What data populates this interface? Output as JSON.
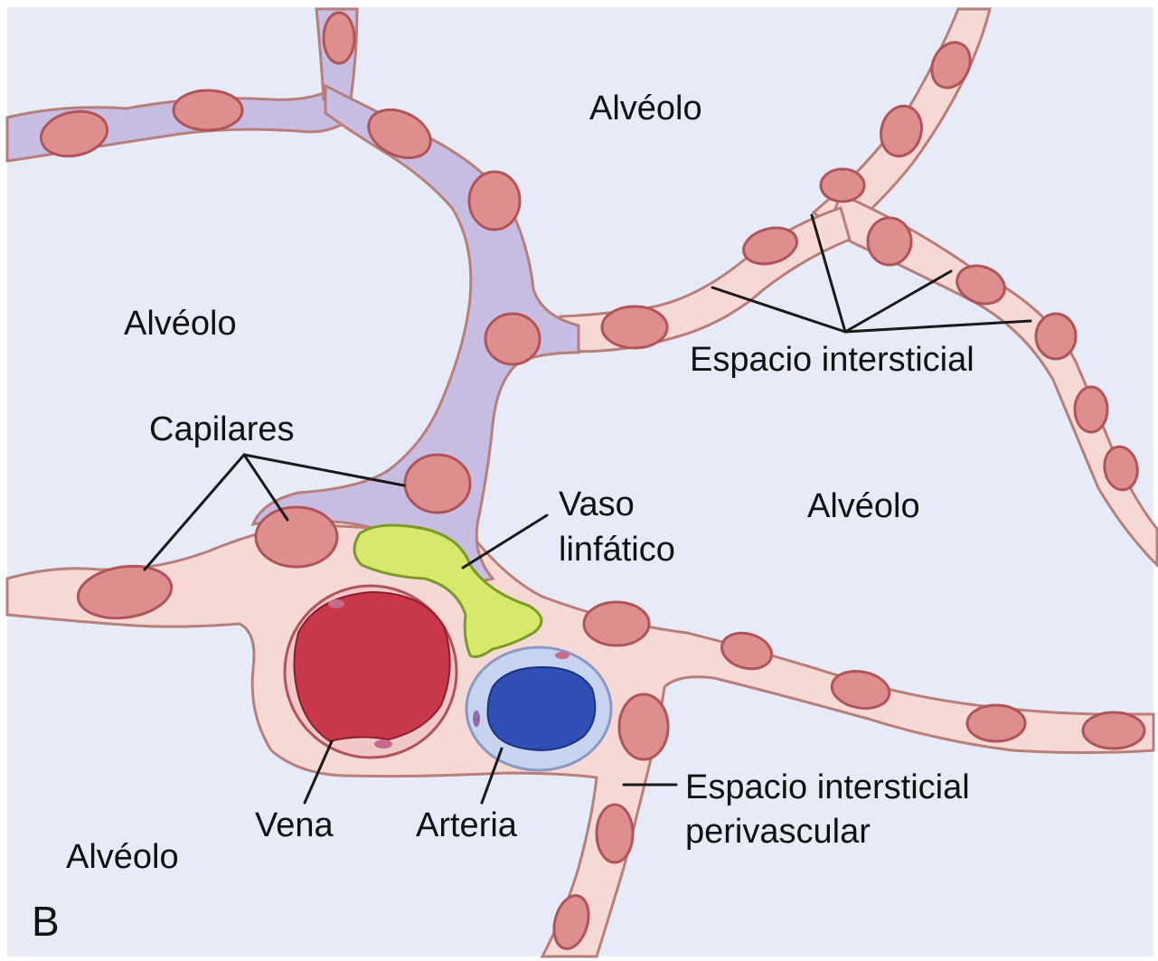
{
  "figure": {
    "panel_letter": "B",
    "labels": {
      "alveolo_top": "Alvéolo",
      "alveolo_left": "Alvéolo",
      "alveolo_right": "Alvéolo",
      "alveolo_bottom": "Alvéolo",
      "capilares": "Capilares",
      "espacio_intersticial": "Espacio intersticial",
      "vaso_line1": "Vaso",
      "vaso_line2": "linfático",
      "vena": "Vena",
      "arteria": "Arteria",
      "perivascular_line1": "Espacio intersticial",
      "perivascular_line2": "perivascular"
    },
    "colors": {
      "background": "#e7ebf7",
      "interstitial_tissue": "#f6d8d4",
      "capillary_region": "#c7bde3",
      "red_cell": "#df8e8e",
      "vein": "#c8374a",
      "artery": "#2f4fb4",
      "artery_wall": "#c7d4ef",
      "lymphatic_vessel": "#d7e86a"
    }
  }
}
